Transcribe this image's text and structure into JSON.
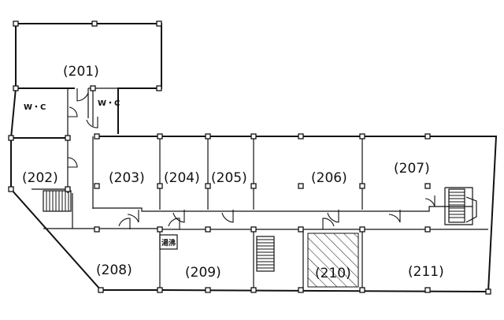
{
  "rooms": {
    "r201": "(201)",
    "r202": "(202)",
    "r203": "(203)",
    "r204": "(204)",
    "r205": "(205)",
    "r206": "(206)",
    "r207": "(207)",
    "r208": "(208)",
    "r209": "(209)",
    "r210": "(210)",
    "r211": "(211)"
  },
  "facilities": {
    "wc_left": "W・C",
    "wc_right": "W・C",
    "kettle_room": "湯沸"
  }
}
